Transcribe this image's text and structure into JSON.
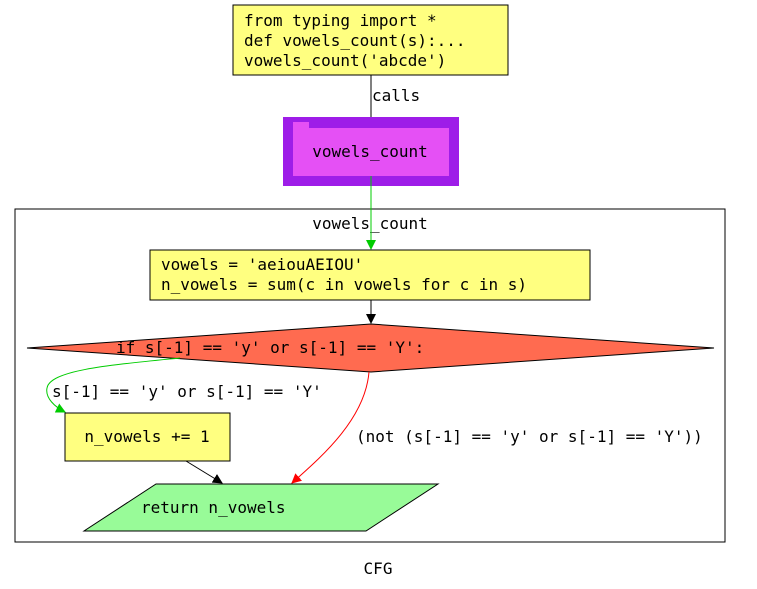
{
  "caption": "CFG",
  "colors": {
    "code_node": "#ffff80",
    "function_node": "#e550f5",
    "function_frame": "#9e1de8",
    "decision_node": "#ff6b50",
    "return_node": "#98fb98",
    "true_edge": "#00cc00",
    "false_edge": "#ff0000",
    "plain_edge": "#000000"
  },
  "entry_node": {
    "lines": [
      "from typing import *",
      "def vowels_count(s):...",
      "vowels_count('abcde')"
    ]
  },
  "call_edge": {
    "label": "calls"
  },
  "function_node": {
    "label": "vowels_count"
  },
  "cluster": {
    "title": "vowels_count"
  },
  "init_node": {
    "lines": [
      "vowels = 'aeiouAEIOU'",
      "n_vowels = sum(c in vowels for c in s)"
    ]
  },
  "decision_node": {
    "label": "if s[-1] == 'y' or s[-1] == 'Y':"
  },
  "true_edge": {
    "label": "s[-1] == 'y' or s[-1] == 'Y'"
  },
  "false_edge": {
    "label": "(not (s[-1] == 'y' or s[-1] == 'Y'))"
  },
  "increment_node": {
    "label": "n_vowels += 1"
  },
  "return_node": {
    "label": "return n_vowels"
  }
}
